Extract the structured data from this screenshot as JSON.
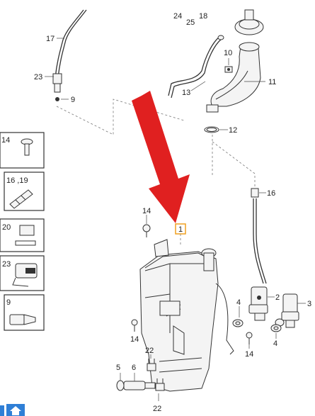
{
  "colors": {
    "arrow": "#e02020",
    "highlight": "#f0a020",
    "nav": "#2f7fd6"
  },
  "callouts": {
    "c17": "17",
    "c23a": "23",
    "c9a": "9",
    "c24": "24",
    "c25": "25",
    "c18": "18",
    "c10": "10",
    "c11": "11",
    "c13": "13",
    "c12": "12",
    "c16": "16",
    "c14a": "14",
    "c1": "1",
    "c2": "2",
    "c3": "3",
    "c4a": "4",
    "c4b": "4",
    "c14b": "14",
    "c14c": "14",
    "c22a": "22",
    "c22b": "22",
    "c6": "6",
    "c5": "5"
  },
  "legend": [
    {
      "label": "14"
    },
    {
      "label": "16 ,19"
    },
    {
      "label": "20"
    },
    {
      "label": "23"
    },
    {
      "label": "9"
    }
  ],
  "icons": {
    "home": "home-icon",
    "arrow": "red-arrow-icon"
  }
}
